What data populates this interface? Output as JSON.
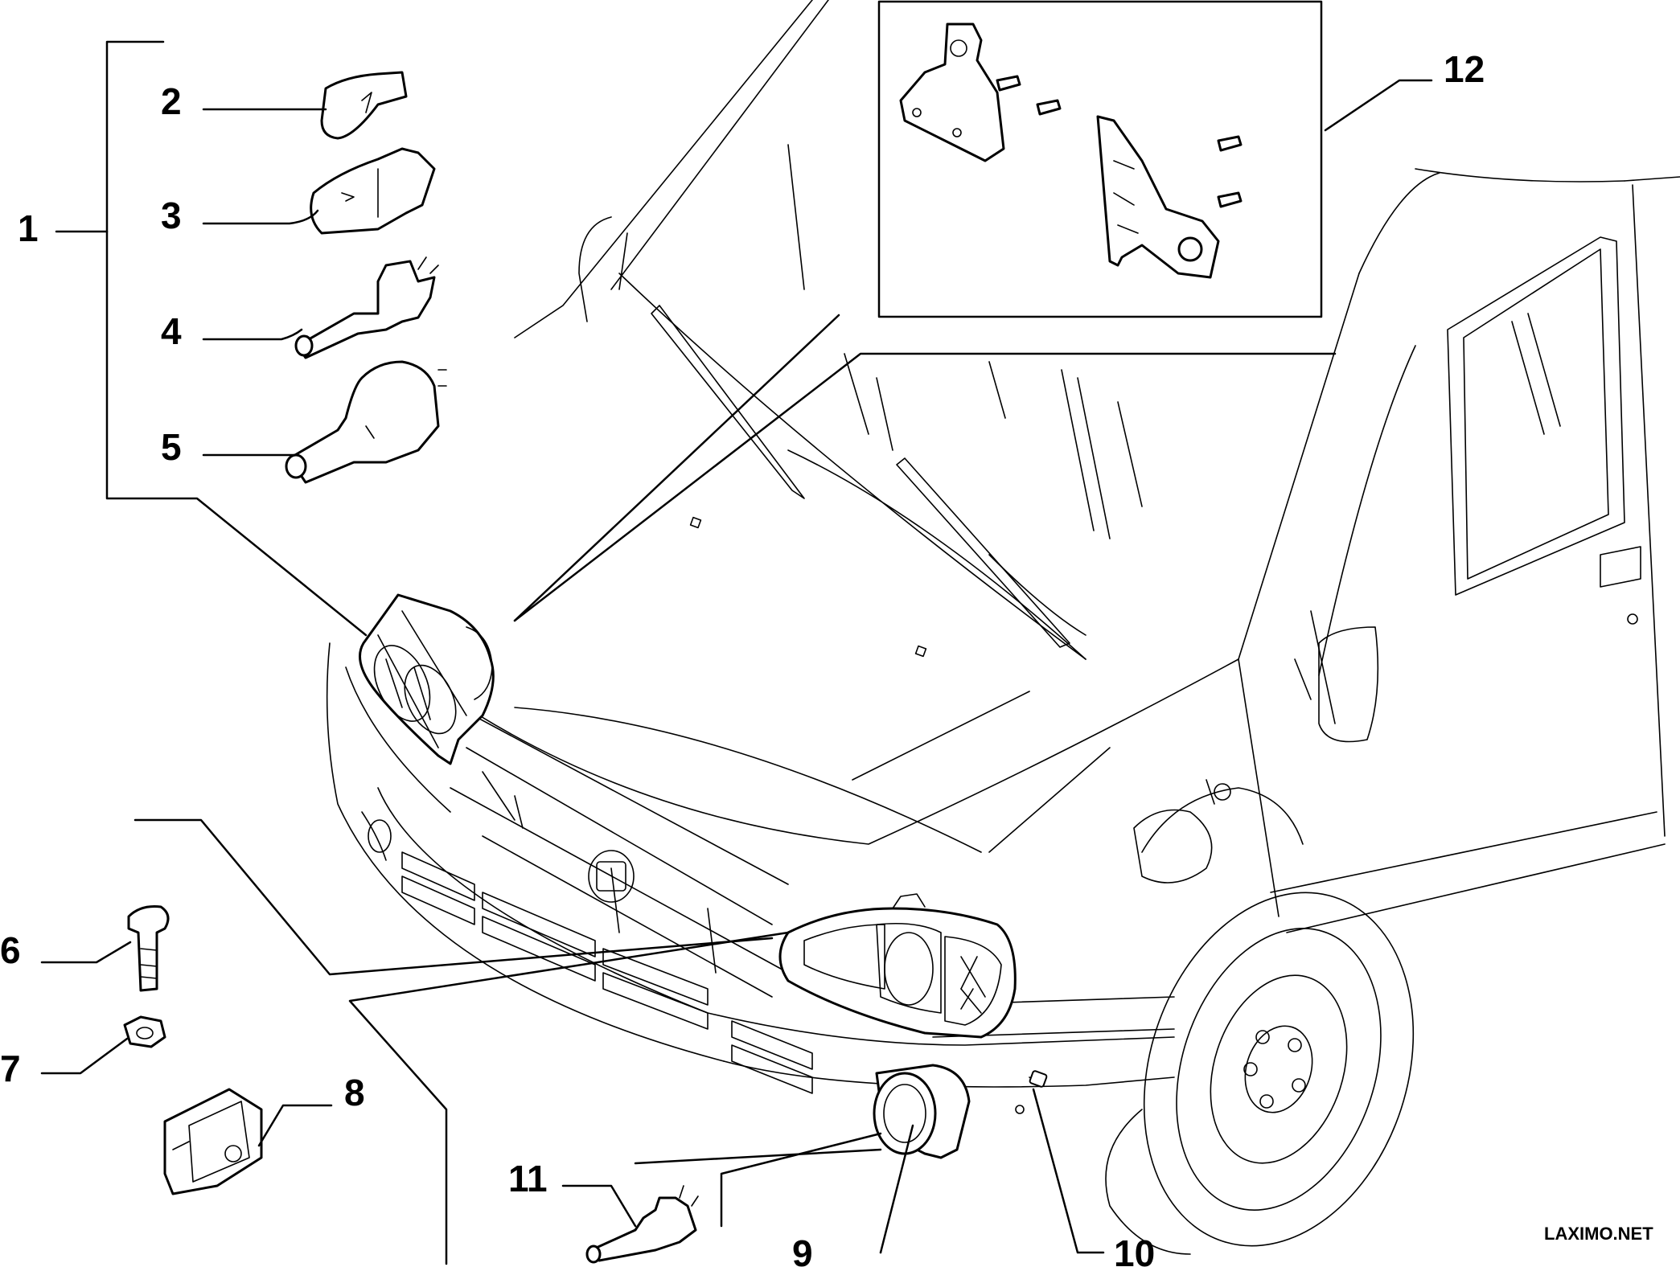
{
  "callouts": [
    {
      "id": "1",
      "text": "1"
    },
    {
      "id": "2",
      "text": "2"
    },
    {
      "id": "3",
      "text": "3"
    },
    {
      "id": "4",
      "text": "4"
    },
    {
      "id": "5",
      "text": "5"
    },
    {
      "id": "6",
      "text": "6"
    },
    {
      "id": "7",
      "text": "7"
    },
    {
      "id": "8",
      "text": "8"
    },
    {
      "id": "9",
      "text": "9"
    },
    {
      "id": "10",
      "text": "10"
    },
    {
      "id": "11",
      "text": "11"
    },
    {
      "id": "12",
      "text": "12"
    }
  ],
  "watermark": "LAXIMO.NET",
  "style": {
    "line_color": "#000000",
    "background": "#ffffff"
  }
}
